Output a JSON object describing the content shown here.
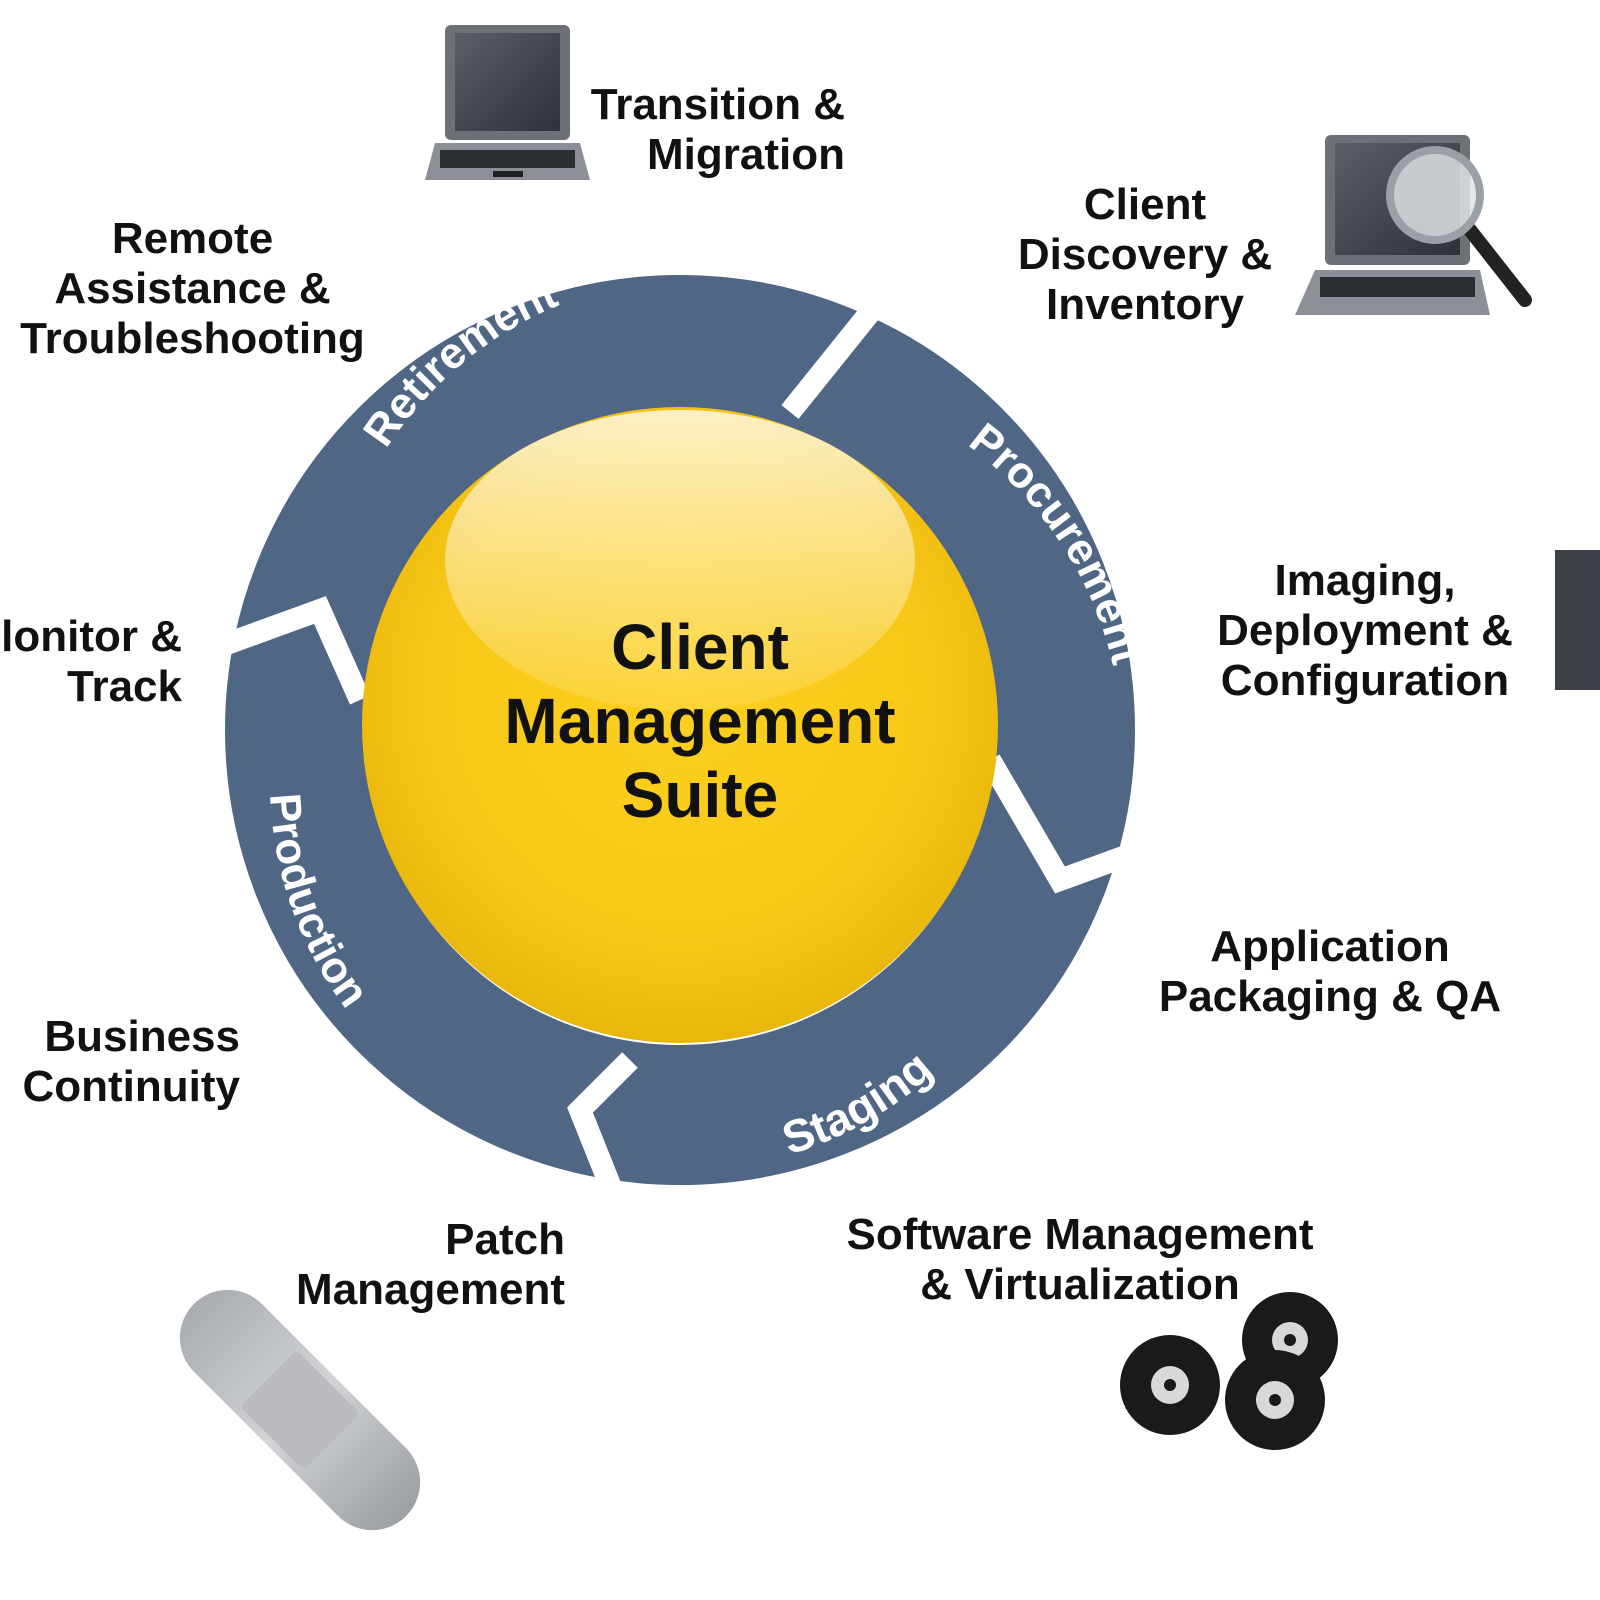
{
  "center": {
    "line1": "Client",
    "line2": "Management",
    "line3": "Suite"
  },
  "cycle": {
    "retirement": "Retirement",
    "procurement": "Procurement",
    "staging": "Staging",
    "production": "Production"
  },
  "activities": {
    "transition": {
      "line1": "Transition &",
      "line2": "Migration"
    },
    "discovery": {
      "line1": "Client",
      "line2": "Discovery &",
      "line3": "Inventory"
    },
    "imaging": {
      "line1": "Imaging,",
      "line2": "Deployment &",
      "line3": "Configuration"
    },
    "packaging": {
      "line1": "Application",
      "line2": "Packaging & QA"
    },
    "software": {
      "line1": "Software Management",
      "line2": "& Virtualization"
    },
    "patch": {
      "line1": "Patch",
      "line2": "Management"
    },
    "continuity": {
      "line1": "Business",
      "line2": "Continuity"
    },
    "monitor": {
      "line1": "lonitor &",
      "line2": "Track"
    },
    "remote": {
      "line1": "Remote",
      "line2": "Assistance &",
      "line3": "Troubleshooting"
    }
  },
  "colors": {
    "ring": "#4f6684",
    "center_fill": "#f7c818",
    "label_text": "#111111",
    "ring_text": "#ffffff"
  },
  "icons": [
    "laptop-icon",
    "laptop-magnifier-icon",
    "cd-discs-icon",
    "bandage-icon"
  ]
}
